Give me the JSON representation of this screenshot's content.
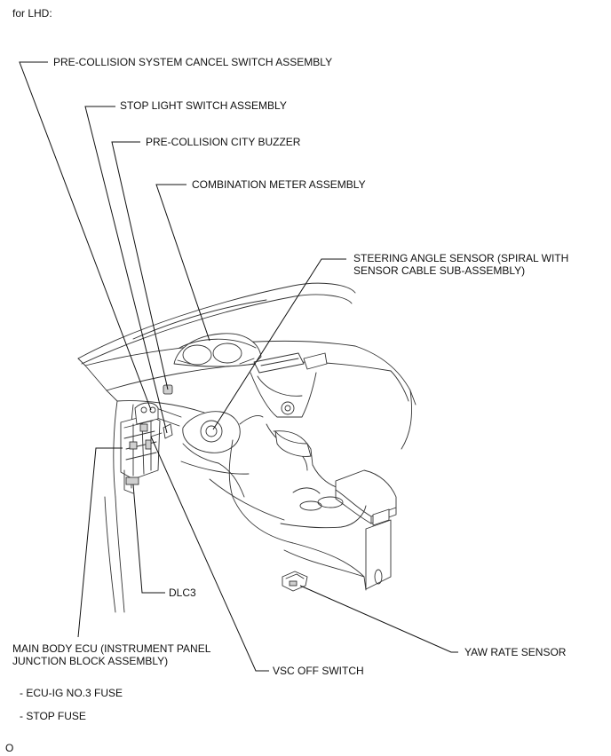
{
  "header": {
    "title": "for LHD:"
  },
  "labels": {
    "pcs_cancel_switch": "PRE-COLLISION SYSTEM CANCEL SWITCH ASSEMBLY",
    "stop_light_switch": "STOP LIGHT SWITCH ASSEMBLY",
    "pcs_city_buzzer": "PRE-COLLISION CITY BUZZER",
    "combination_meter": "COMBINATION METER ASSEMBLY",
    "steering_angle_sensor": "STEERING ANGLE SENSOR (SPIRAL WITH\nSENSOR CABLE SUB-ASSEMBLY)",
    "dlc3": "DLC3",
    "main_body_ecu": "MAIN BODY ECU (INSTRUMENT PANEL\nJUNCTION BLOCK ASSEMBLY)",
    "vsc_off_switch": "VSC OFF SWITCH",
    "yaw_rate_sensor": "YAW RATE SENSOR"
  },
  "fuses": [
    "- ECU-IG NO.3 FUSE",
    "- STOP FUSE"
  ],
  "footer": {
    "code": "O"
  }
}
